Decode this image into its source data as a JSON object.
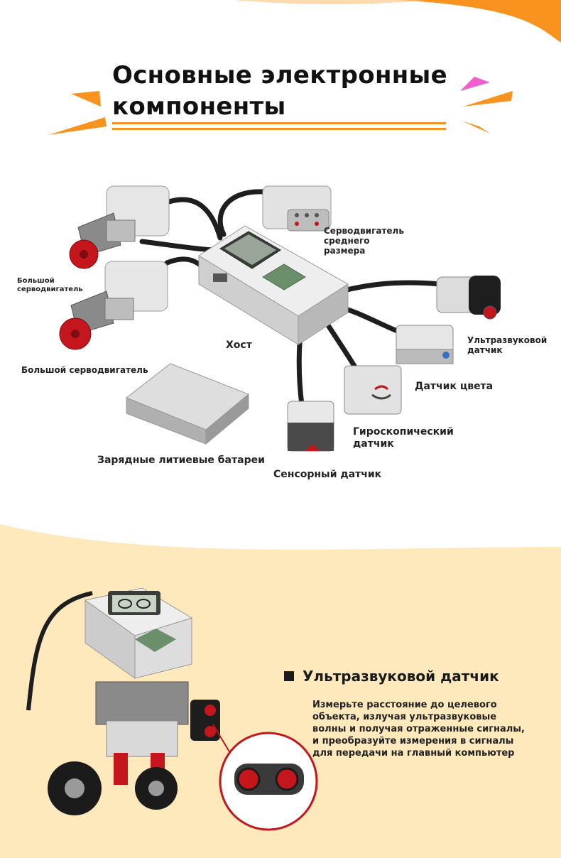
{
  "title": {
    "line1": "Основные электронные",
    "line2": "компоненты"
  },
  "labels": {
    "medium_motor": [
      "Серводвигатель",
      "среднего",
      "размера"
    ],
    "large_motor_top": [
      "Большой",
      "серводвигатель"
    ],
    "large_motor_bottom": "Большой серводвигатель",
    "host": "Хост",
    "ultrasonic": [
      "Ультразвуковой",
      "датчик"
    ],
    "color_sensor": "Датчик цвета",
    "gyro": [
      "Гироскопический",
      "датчик"
    ],
    "touch": "Сенсорный датчик",
    "battery": "Зарядные литиевые батареи"
  },
  "feature": {
    "title": "Ультразвуковой датчик",
    "description": [
      "Измерьте расстояние до целевого",
      "объекта, излучая ультразвуковые",
      "волны и получая отраженные сигналы,",
      "и преобразуйте измерения в сигналы",
      "для передачи на главный компьютер"
    ]
  },
  "colors": {
    "accent_orange": "#f7931e",
    "accent_pink": "#f05fd0",
    "band_cream": "#fde9bb",
    "lego_red": "#c4161c",
    "lego_gray": "#d6d6d6",
    "lego_dark": "#4a4a4a"
  }
}
